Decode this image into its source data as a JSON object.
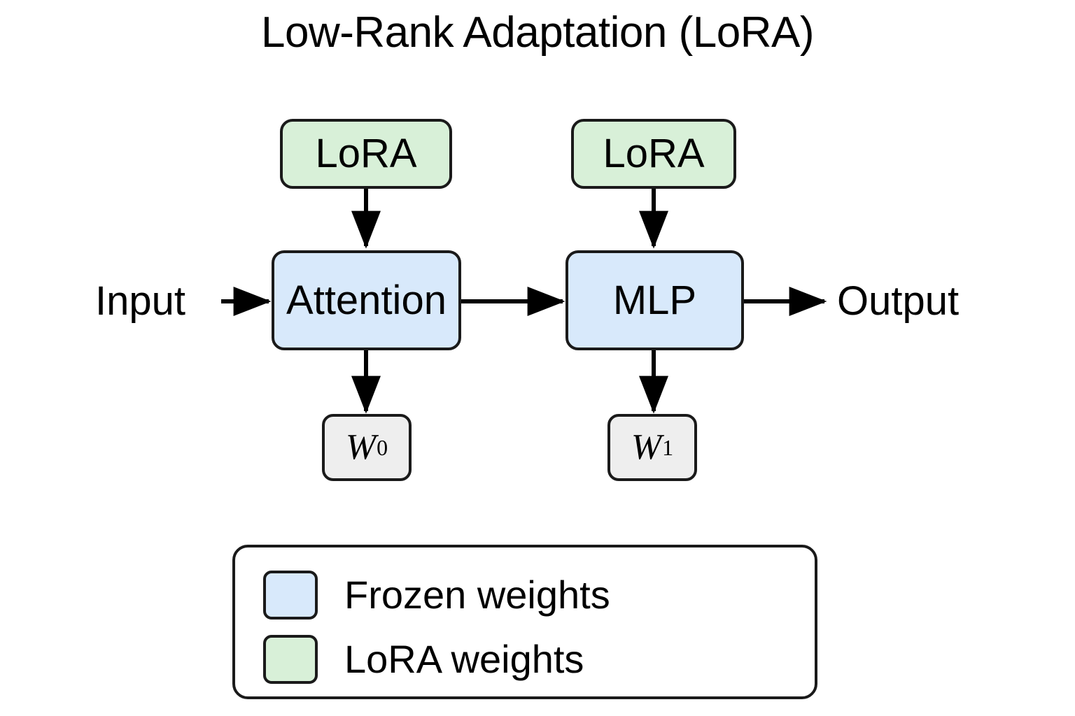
{
  "figure": {
    "title": "Low-Rank Adaptation (LoRA)",
    "background": "#ffffff",
    "stroke": "#1a1a1a"
  },
  "colors": {
    "frozen_fill": "#d8e9fb",
    "lora_fill": "#d8f0d8",
    "weight_fill": "#eeeeee",
    "outline": "#1a1a1a"
  },
  "nodes": {
    "lora_attention": {
      "label": "LoRA",
      "type": "lora"
    },
    "lora_mlp": {
      "label": "LoRA",
      "type": "lora"
    },
    "attention": {
      "label": "Attention",
      "type": "frozen"
    },
    "mlp": {
      "label": "MLP",
      "type": "frozen"
    },
    "w0": {
      "base": "W",
      "sub": "0",
      "type": "weight"
    },
    "w1": {
      "base": "W",
      "sub": "1",
      "type": "weight"
    }
  },
  "io": {
    "input_label": "Input",
    "output_label": "Output"
  },
  "edges": [
    {
      "from": "input",
      "to": "attention",
      "direction": "right"
    },
    {
      "from": "lora_attention",
      "to": "attention",
      "direction": "down"
    },
    {
      "from": "attention",
      "to": "mlp",
      "direction": "right"
    },
    {
      "from": "attention",
      "to": "w0",
      "direction": "down"
    },
    {
      "from": "lora_mlp",
      "to": "mlp",
      "direction": "down"
    },
    {
      "from": "mlp",
      "to": "w1",
      "direction": "down"
    },
    {
      "from": "mlp",
      "to": "output",
      "direction": "right"
    }
  ],
  "legend": {
    "items": [
      {
        "label": "Frozen weights",
        "swatch": "#d8e9fb"
      },
      {
        "label": "LoRA weights",
        "swatch": "#d8f0d8"
      }
    ]
  }
}
